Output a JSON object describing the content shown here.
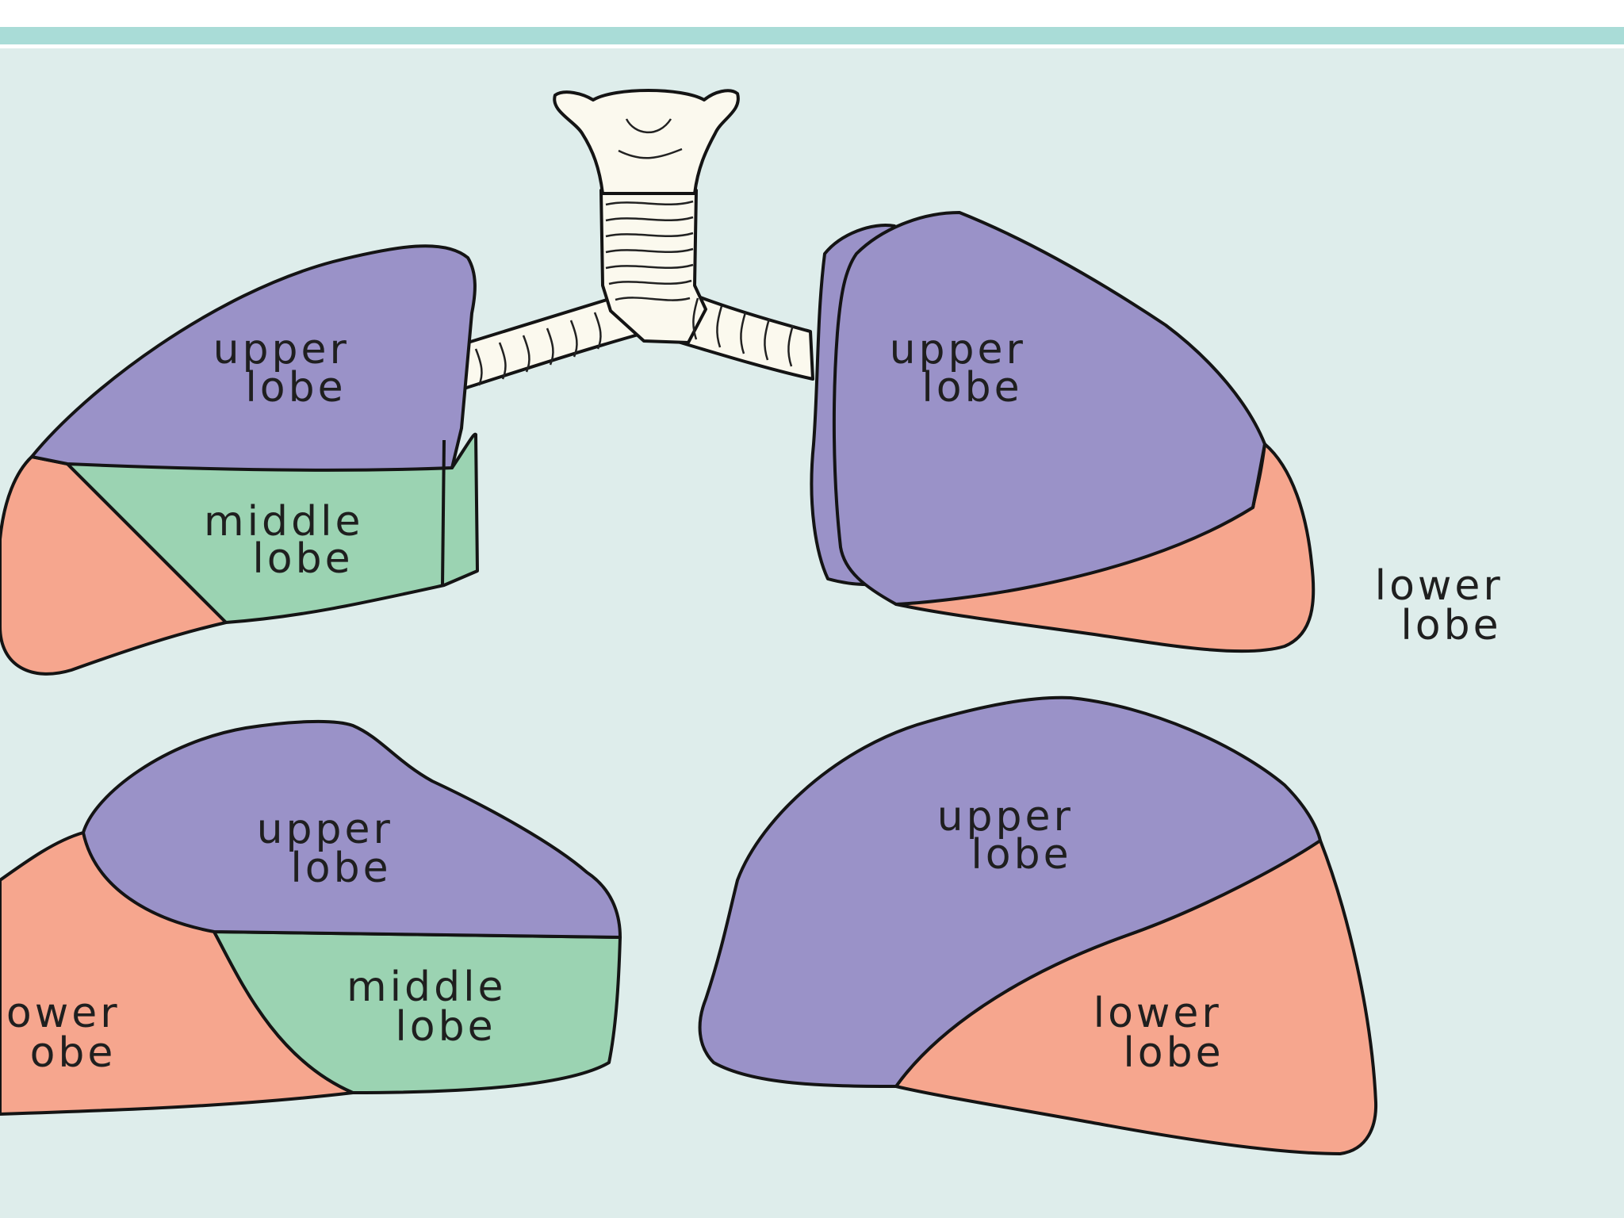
{
  "colors": {
    "upper_lobe": "#9a92c8",
    "middle_lobe": "#9bd3b2",
    "lower_lobe": "#f6a68e",
    "background": "#deedeb",
    "trachea": "#fbf9ee",
    "accent_bar": "#a9dcd7"
  },
  "views": [
    {
      "labels": {
        "upper": [
          "upper",
          "lobe"
        ],
        "middle": [
          "middle",
          "lobe"
        ]
      }
    },
    {
      "labels": {
        "upper": [
          "upper",
          "lobe"
        ],
        "lower": [
          "lower",
          "lobe"
        ]
      }
    },
    {
      "labels": {
        "upper": [
          "upper",
          "lobe"
        ],
        "middle": [
          "middle",
          "lobe"
        ],
        "lower": [
          "ower",
          "obe"
        ]
      }
    },
    {
      "labels": {
        "upper": [
          "upper",
          "lobe"
        ],
        "lower": [
          "lower",
          "lobe"
        ]
      }
    }
  ]
}
